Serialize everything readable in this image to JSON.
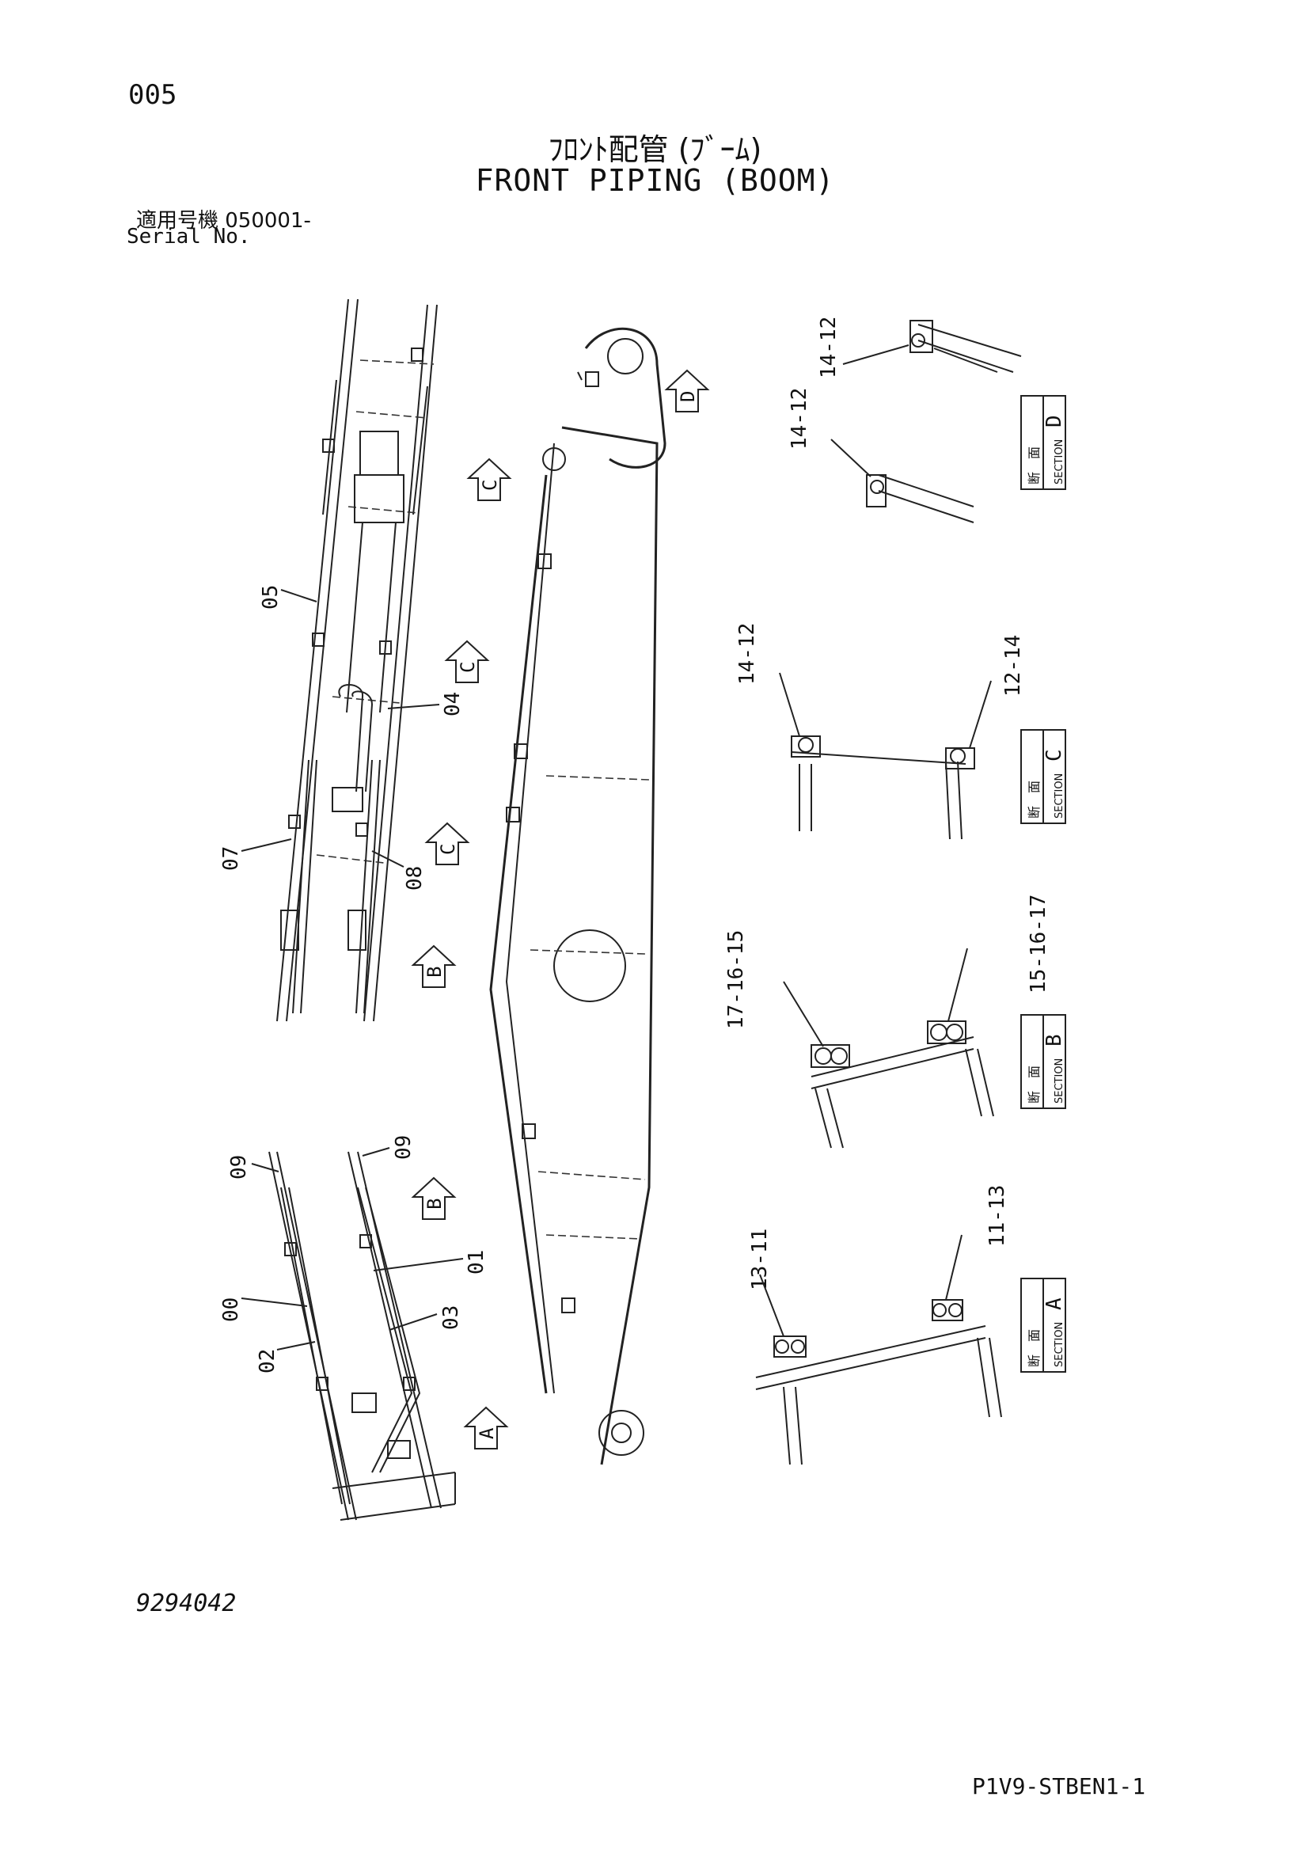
{
  "header": {
    "page_number": "005",
    "title_jp": "ﾌﾛﾝﾄ配管 (ﾌﾞｰﾑ)",
    "title_en": "FRONT PIPING (BOOM)",
    "serial_jp": "適用号機  050001-",
    "serial_en": "Serial No."
  },
  "footer": {
    "drawing_number": "9294042",
    "catalog_code": "P1V9-STBEN1-1"
  },
  "view_arrows": {
    "c1": "C",
    "c2": "C",
    "c3": "C",
    "d": "D",
    "b1": "B",
    "b2": "B",
    "a": "A"
  },
  "part_labels": {
    "p05": "05",
    "p04": "04",
    "p07": "07",
    "p08": "08",
    "p09a": "09",
    "p09b": "09",
    "p00": "00",
    "p01": "01",
    "p02": "02",
    "p03": "03"
  },
  "sections": {
    "section_word": "SECTION",
    "jp_1": "断",
    "jp_2": "面",
    "d": {
      "letter": "D",
      "callout_top": "14-12",
      "callout_bottom": "14-12"
    },
    "c": {
      "letter": "C",
      "callout_left": "14-12",
      "callout_right": "12-14"
    },
    "b": {
      "letter": "B",
      "callout_left": "17-16-15",
      "callout_right": "15-16-17"
    },
    "a": {
      "letter": "A",
      "callout_left": "13-11",
      "callout_right": "11-13"
    }
  }
}
